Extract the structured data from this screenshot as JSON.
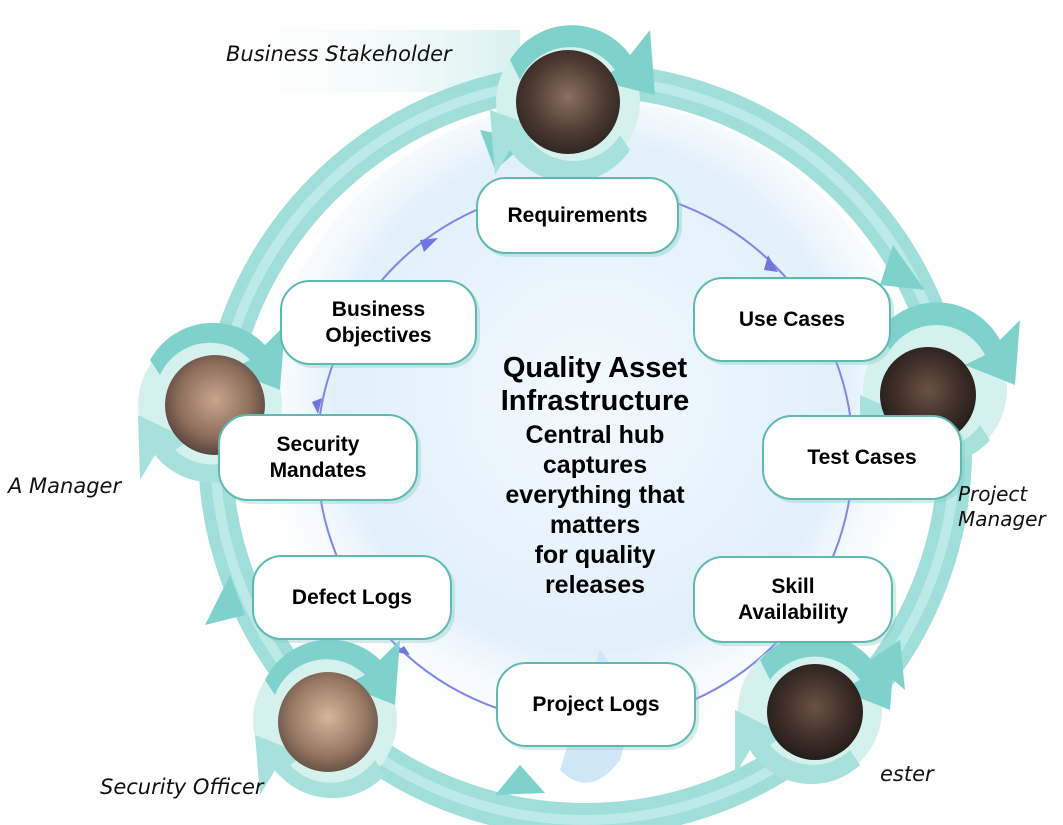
{
  "hub": {
    "title": "Quality Asset\nInfrastructure",
    "subtitle": "Central hub\ncaptures\neverything that\nmatters\nfor quality\nreleases"
  },
  "assets": [
    {
      "key": "requirements",
      "label": "Requirements"
    },
    {
      "key": "use-cases",
      "label": "Use Cases"
    },
    {
      "key": "test-cases",
      "label": "Test Cases"
    },
    {
      "key": "skill-availability",
      "label": "Skill\nAvailability"
    },
    {
      "key": "project-logs",
      "label": "Project Logs"
    },
    {
      "key": "defect-logs",
      "label": "Defect Logs"
    },
    {
      "key": "security-mandates",
      "label": "Security\nMandates"
    },
    {
      "key": "business-objectives",
      "label": "Business\nObjectives"
    }
  ],
  "roles": [
    {
      "key": "business-stakeholder",
      "label": "Business Stakeholder"
    },
    {
      "key": "project-manager",
      "label": "Project\nManager"
    },
    {
      "key": "tester",
      "label": "ester"
    },
    {
      "key": "security-officer",
      "label": "Security Officer"
    },
    {
      "key": "qa-manager",
      "label": "A Manager"
    }
  ],
  "colors": {
    "outer_ring": "#7fd2cc",
    "outer_ring_light": "#c7ece9",
    "inner_ring": "#7f86e8",
    "node_border": "#5fb8b2",
    "background_globe": "#e2f1fb"
  }
}
